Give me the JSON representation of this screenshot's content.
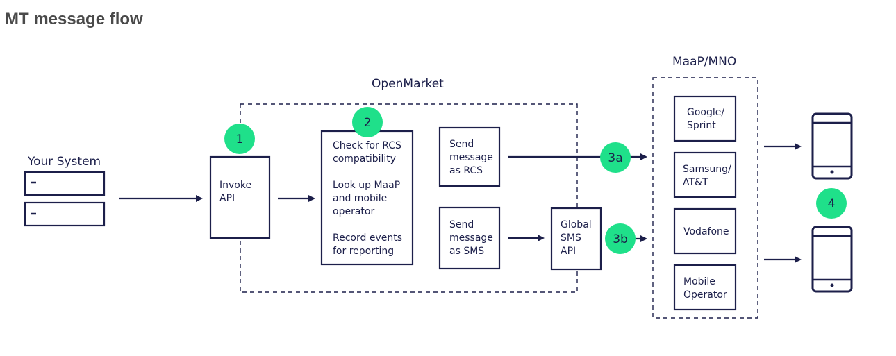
{
  "title": "MT message flow",
  "colors": {
    "ink": "#1c1f4a",
    "accent": "#1fe08a",
    "title": "#4a4a4a"
  },
  "groups": {
    "your_system": "Your System",
    "openmarket": "OpenMarket",
    "maap_mno": "MaaP/MNO"
  },
  "boxes": {
    "invoke_api": [
      "Invoke",
      "API"
    ],
    "checks": [
      "Check for RCS",
      "compatibility",
      "",
      "Look up MaaP",
      "and mobile",
      "operator",
      "",
      "Record events",
      "for reporting"
    ],
    "send_rcs": [
      "Send",
      "message",
      "as RCS"
    ],
    "send_sms": [
      "Send",
      "message",
      "as SMS"
    ],
    "global_sms": [
      "Global",
      "SMS",
      "API"
    ],
    "google": [
      "Google/",
      "Sprint"
    ],
    "samsung": [
      "Samsung/",
      "AT&T"
    ],
    "vodafone": [
      "Vodafone"
    ],
    "mobile_operator": [
      "Mobile",
      "Operator"
    ]
  },
  "steps": {
    "s1": "1",
    "s2": "2",
    "s3a": "3a",
    "s3b": "3b",
    "s4": "4"
  },
  "icons": [
    "server-icon",
    "phone-icon"
  ]
}
